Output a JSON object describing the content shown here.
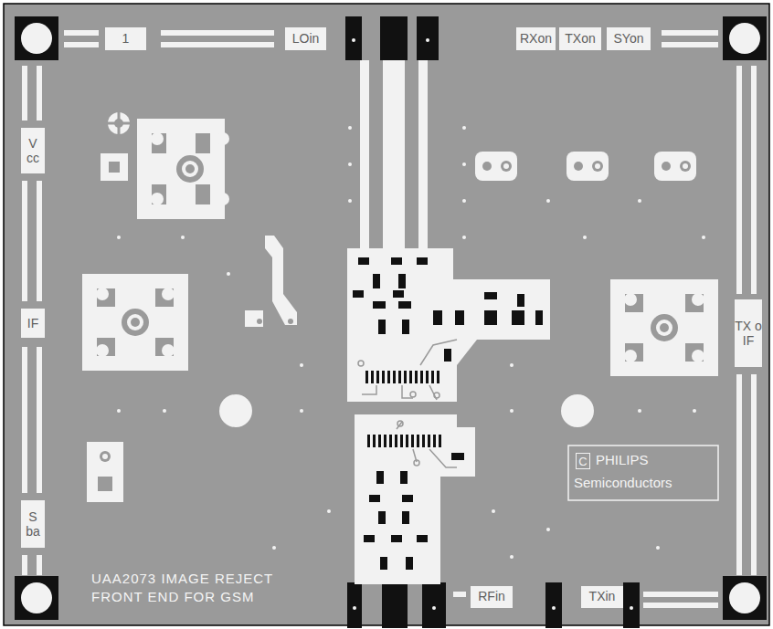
{
  "diagram": {
    "labels": [
      "1",
      "LOin",
      "RXon",
      "TXon",
      "SYon",
      "V cc",
      "IF",
      "S ba",
      "TX o IF",
      "C",
      "PHILIPS",
      "Semiconductors",
      "UAA2073 IMAGE REJECT FRONT END FOR GSM",
      "RFin",
      "TXin"
    ]
  }
}
